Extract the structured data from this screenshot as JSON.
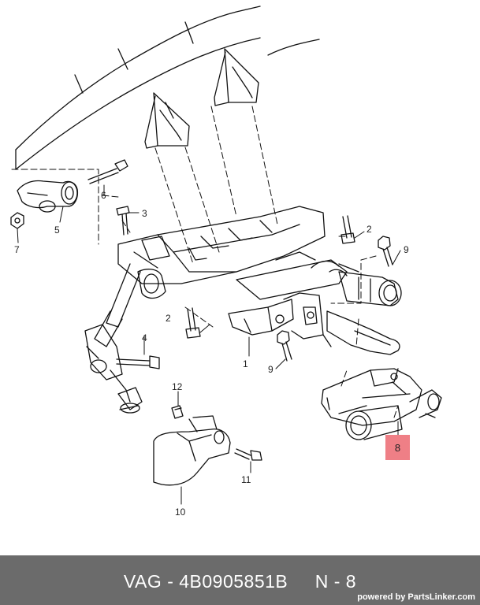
{
  "callouts": {
    "c1": "1",
    "c2a": "2",
    "c2b": "2",
    "c3": "3",
    "c4": "4",
    "c5": "5",
    "c6": "6",
    "c7": "7",
    "c8": "8",
    "c9a": "9",
    "c9b": "9",
    "c10": "10",
    "c11": "11",
    "c12": "12"
  },
  "highlight_color": "#ef7f86",
  "footer": {
    "brand": "VAG",
    "separator": "-",
    "part_number": "4B0905851B",
    "position_code": "N - 8",
    "powered_by": "powered by PartsLinker.com"
  }
}
